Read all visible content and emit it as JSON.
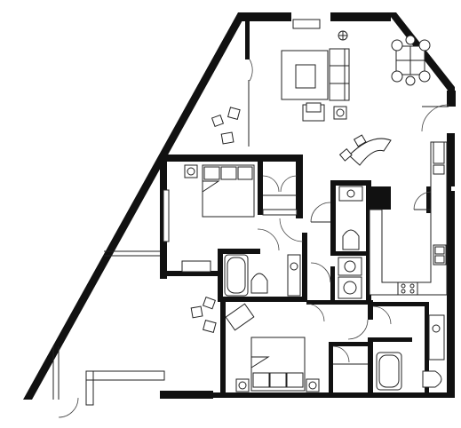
{
  "floor_plan": {
    "description_visible_text": [],
    "rooms": [
      "living-room",
      "dining-area",
      "kitchen",
      "bedroom-1",
      "bedroom-2",
      "bathroom-1",
      "bathroom-2",
      "powder-room",
      "laundry",
      "balcony"
    ]
  },
  "colors": {
    "wall": "#111111",
    "line": "#222222",
    "background": "#ffffff"
  }
}
